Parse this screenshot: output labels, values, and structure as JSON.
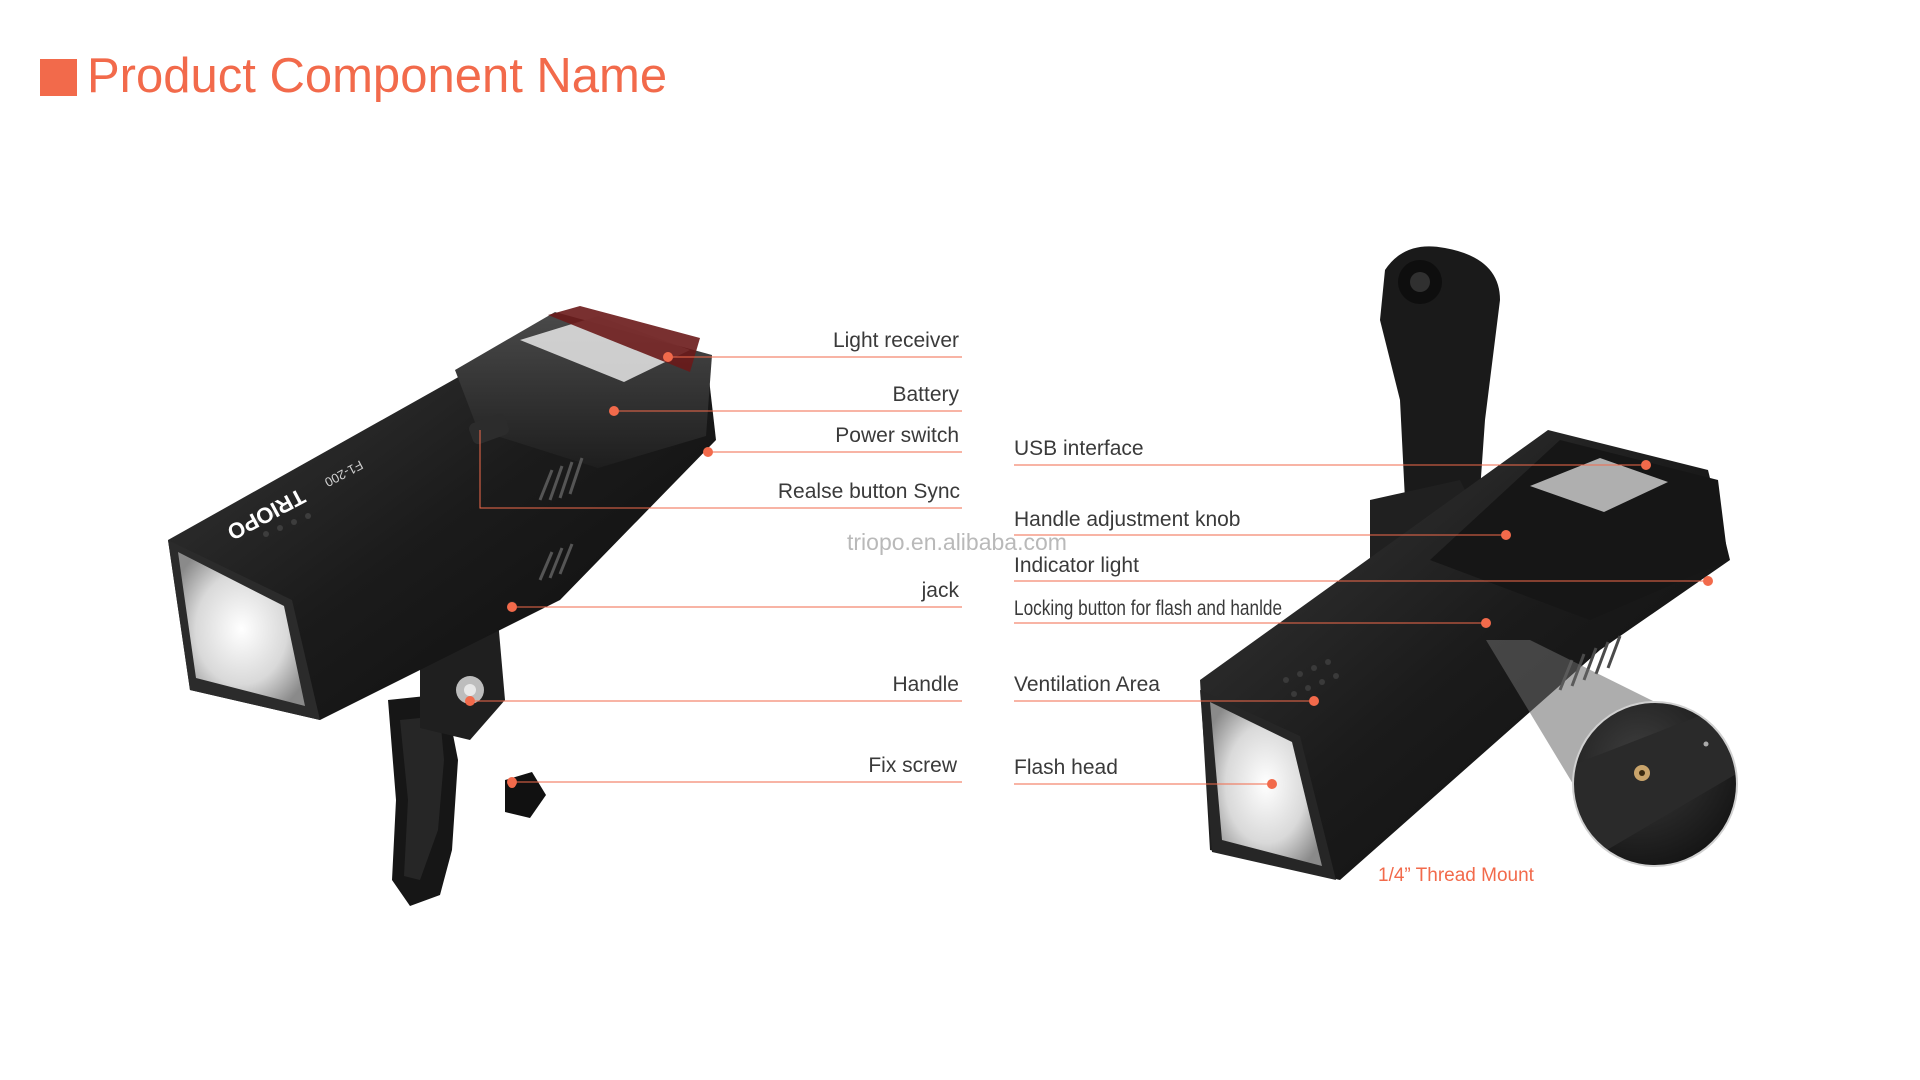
{
  "title": "Product Component Name",
  "accent_color": "#f26a4b",
  "left_labels": {
    "light_receiver": "Light receiver",
    "battery": "Battery",
    "power_switch": "Power switch",
    "release_button_sync": "Realse button Sync",
    "jack": "jack",
    "handle": "Handle",
    "fix_screw": "Fix screw"
  },
  "right_labels": {
    "usb_interface": "USB interface",
    "handle_adjustment_knob": "Handle adjustment knob",
    "indicator_light": "Indicator light",
    "locking_button": "Locking button for flash and hanlde",
    "ventilation_area": "Ventilation Area",
    "flash_head": "Flash head"
  },
  "inset_label": "1/4” Thread Mount",
  "watermark": "triopo.en.alibaba.com",
  "product_branding": {
    "brand": "TRIOPO",
    "model": "F1-200"
  }
}
